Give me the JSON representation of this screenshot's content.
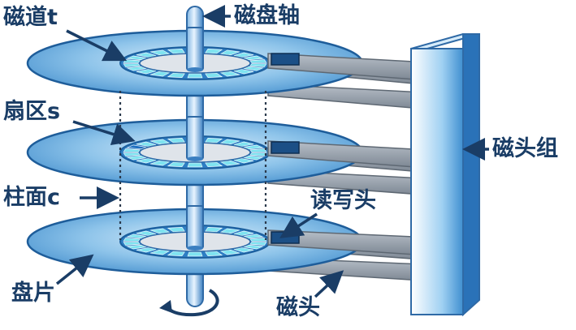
{
  "labels": {
    "track": "磁道t",
    "spindle": "磁盘轴",
    "sector": "扇区s",
    "cylinder": "柱面c",
    "head_assembly": "磁头组",
    "read_write_head": "读写头",
    "platter": "盘片",
    "head": "磁头"
  },
  "colors": {
    "label_text": "#1a3d66",
    "platter_fill": "#5ba3d9",
    "platter_edge": "#1e5d9a",
    "track_ring": "#7fe3f0",
    "arm": "#8f98a3",
    "head_block": "#1b4f86",
    "sector_highlight": "#1e6fc0"
  },
  "icons": [
    "rotation-arrow-icon",
    "pointer-arrow-icon"
  ]
}
